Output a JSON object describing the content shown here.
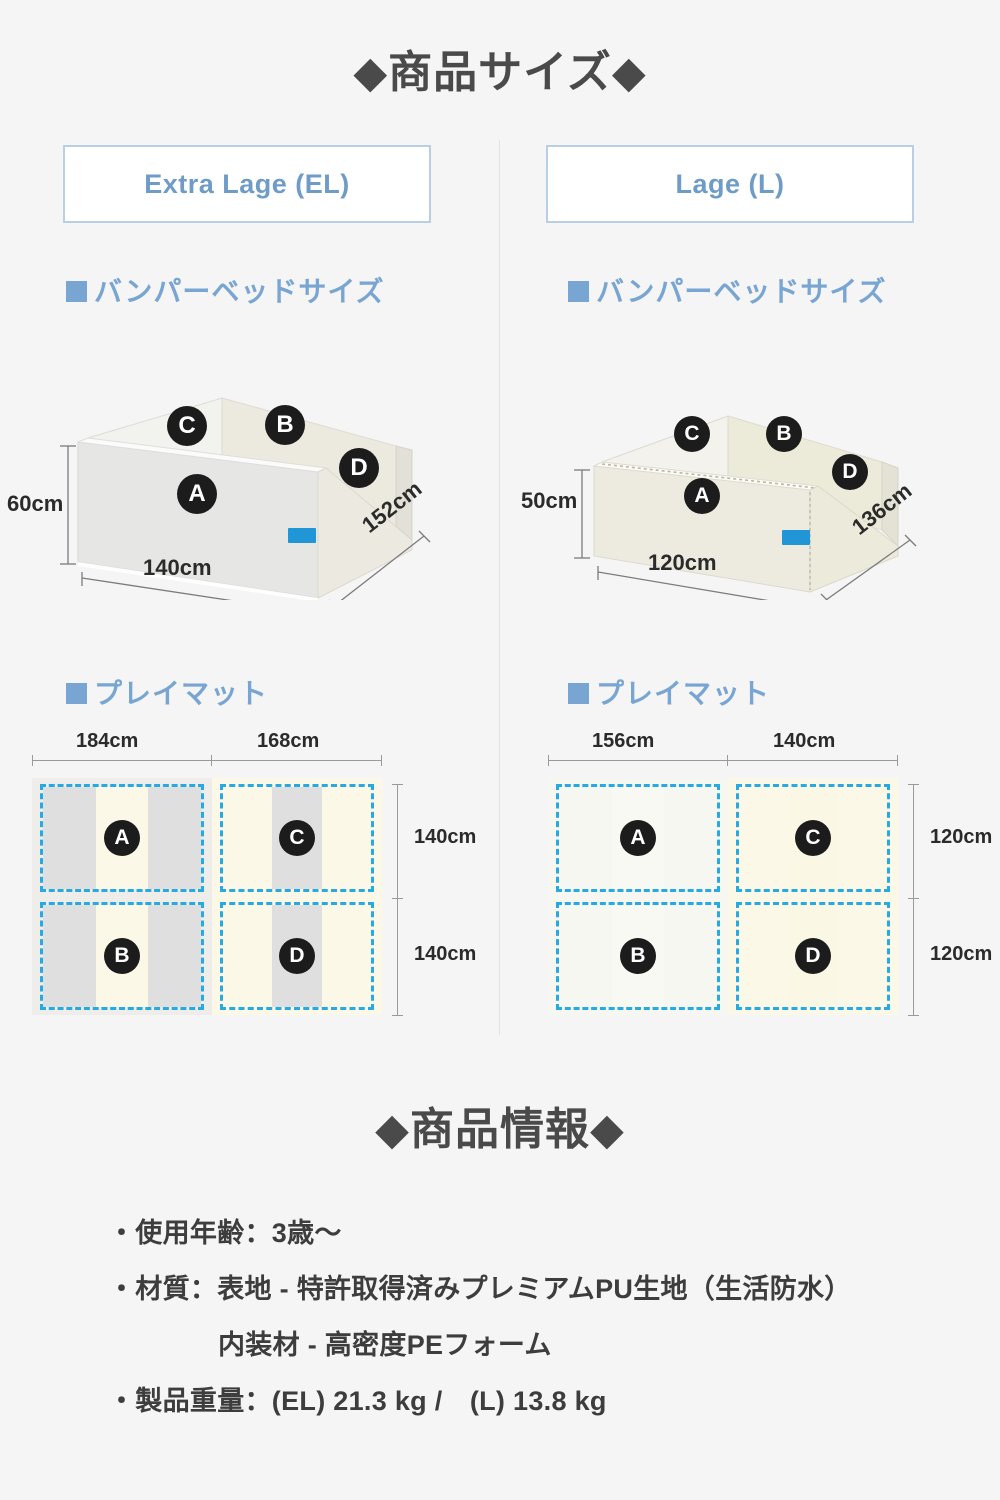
{
  "titles": {
    "size": "◆商品サイズ◆",
    "info": "◆商品情報◆"
  },
  "columns": {
    "el": {
      "badge": "Extra Lage (EL)",
      "bumper_heading": "バンパーベッドサイズ",
      "mat_heading": "プレイマット",
      "bumper": {
        "height": "60cm",
        "width": "140cm",
        "depth": "152cm",
        "panels": [
          "A",
          "B",
          "C",
          "D"
        ]
      },
      "mat": {
        "width_left": "184cm",
        "width_right": "168cm",
        "height_top": "140cm",
        "height_bottom": "140cm",
        "cells": [
          "A",
          "C",
          "B",
          "D"
        ]
      }
    },
    "l": {
      "badge": "Lage (L)",
      "bumper_heading": "バンパーベッドサイズ",
      "mat_heading": "プレイマット",
      "bumper": {
        "height": "50cm",
        "width": "120cm",
        "depth": "136cm",
        "panels": [
          "A",
          "B",
          "C",
          "D"
        ]
      },
      "mat": {
        "width_left": "156cm",
        "width_right": "140cm",
        "height_top": "120cm",
        "height_bottom": "120cm",
        "cells": [
          "A",
          "C",
          "B",
          "D"
        ]
      }
    }
  },
  "info": {
    "line1": "・使用年齢：3歳〜",
    "line2": "・材質：表地 - 特許取得済みプレミアムPU生地（生活防水）",
    "line3": "内装材 - 高密度PEフォーム",
    "line4": "・製品重量：(EL) 21.3 kg /　(L) 13.8 kg"
  },
  "colors": {
    "background": "#f5f5f5",
    "accent_blue": "#78a5d2",
    "badge_border": "#b9cfe3",
    "mat_outline": "#27aae1",
    "title_gray": "#4a4a4a",
    "logo_blue": "#2196d6"
  }
}
